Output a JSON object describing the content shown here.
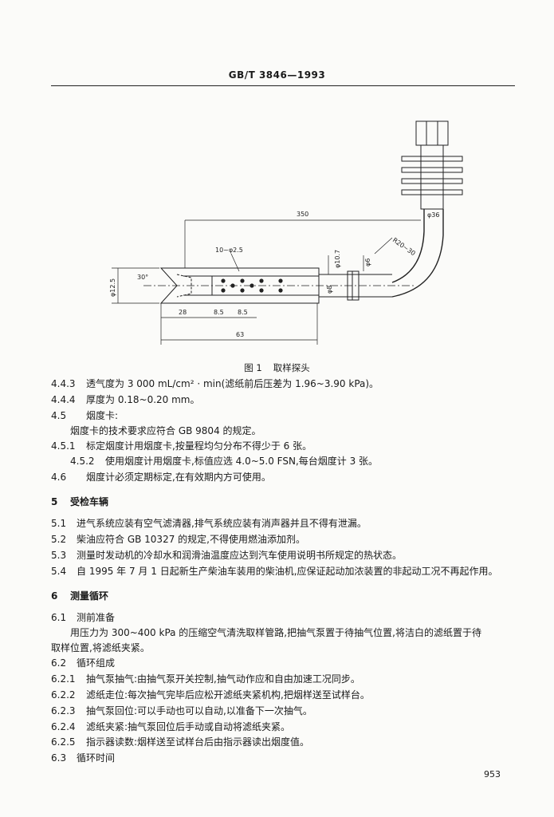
{
  "header": {
    "standard_code": "GB/T 3846—1993"
  },
  "figure": {
    "caption_number": "图 1",
    "caption_title": "取样探头",
    "dims": {
      "d350": "350",
      "d10": "10~φ2.5",
      "d107": "φ10.7",
      "d6": "φ6",
      "d8": "φ8",
      "d36": "φ36",
      "dR": "R20~30",
      "d30": "30°",
      "d125": "φ12.5",
      "d28": "28",
      "d85a": "8.5",
      "d85b": "8.5",
      "d63": "63"
    }
  },
  "lines": [
    {
      "num": "4.4.3",
      "text": "透气度为 3 000 mL/cm² · min(滤纸前后压差为 1.96~3.90 kPa)。"
    },
    {
      "num": "4.4.4",
      "text": "厚度为 0.18~0.20 mm。"
    },
    {
      "num": "4.5",
      "text": "烟度卡:"
    },
    {
      "num": "",
      "text": "烟度卡的技术要求应符合 GB 9804 的规定。"
    },
    {
      "num": "4.5.1",
      "text": "标定烟度计用烟度卡,按量程均匀分布不得少于 6 张。"
    },
    {
      "num": "4.5.2",
      "text": "使用烟度计用烟度卡,标值应选 4.0~5.0 FSN,每台烟度计 3 张。"
    },
    {
      "num": "4.6",
      "text": "烟度计必须定期标定,在有效期内方可使用。"
    },
    {
      "num": "5",
      "text": "受检车辆"
    },
    {
      "num": "5.1",
      "text": "进气系统应装有空气滤清器,排气系统应装有消声器并且不得有泄漏。"
    },
    {
      "num": "5.2",
      "text": "柴油应符合 GB 10327 的规定,不得使用燃油添加剂。"
    },
    {
      "num": "5.3",
      "text": "测量时发动机的冷却水和润滑油温度应达到汽车使用说明书所规定的热状态。"
    },
    {
      "num": "5.4",
      "text": "自 1995 年 7 月 1 日起新生产柴油车装用的柴油机,应保证起动加浓装置的非起动工况不再起作用。"
    },
    {
      "num": "6",
      "text": "测量循环"
    },
    {
      "num": "6.1",
      "text": "测前准备"
    },
    {
      "num": "",
      "text": "用压力为 300~400 kPa 的压缩空气清洗取样管路,把抽气泵置于待抽气位置,将洁白的滤纸置于待"
    },
    {
      "num": "",
      "text": "取样位置,将滤纸夹紧。"
    },
    {
      "num": "6.2",
      "text": "循环组成"
    },
    {
      "num": "6.2.1",
      "text": "抽气泵抽气:由抽气泵开关控制,抽气动作应和自由加速工况同步。"
    },
    {
      "num": "6.2.2",
      "text": "滤纸走位:每次抽气完毕后应松开滤纸夹紧机构,把烟样送至试样台。"
    },
    {
      "num": "6.2.3",
      "text": "抽气泵回位:可以手动也可以自动,以准备下一次抽气。"
    },
    {
      "num": "6.2.4",
      "text": "滤纸夹紧:抽气泵回位后手动或自动将滤纸夹紧。"
    },
    {
      "num": "6.2.5",
      "text": "指示器读数:烟样送至试样台后由指示器读出烟度值。"
    },
    {
      "num": "6.3",
      "text": "循环时间"
    }
  ],
  "page_number": "953"
}
